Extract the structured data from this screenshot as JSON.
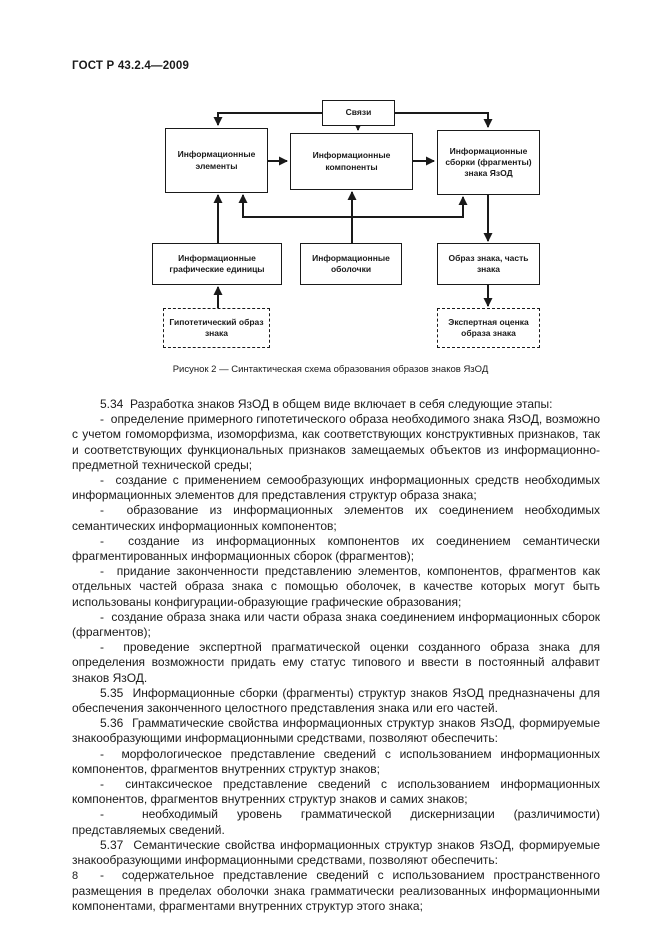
{
  "document": {
    "header": "ГОСТ Р 43.2.4—2009",
    "page_number": "8"
  },
  "figure": {
    "caption": "Рисунок 2 — Синтактическая схема образования образов знаков ЯзОД",
    "nodes": {
      "links": "Связи",
      "info_elements": "Информационные элементы",
      "info_components": "Информационные компоненты",
      "info_assemblies": "Информационные сборки (фрагменты) знака ЯзОД",
      "info_graphic_units": "Информационные графические единицы",
      "info_shells": "Информационные оболочки",
      "sign_image": "Образ знака, часть знака",
      "hypothetical_image": "Гипотетический образ знака",
      "expert_assessment": "Экспертная оценка образа знака"
    }
  },
  "body": {
    "paragraphs": [
      "5.34  Разработка знаков ЯзОД в общем виде включает в себя следующие этапы:",
      "-  определение примерного гипотетического образа необходимого знака ЯзОД, возможно с учетом гомоморфизма, изоморфизма, как соответствующих конструктивных признаков, так и соответствующих функциональных признаков замещаемых объектов из информационно-предметной технической среды;",
      "-  создание с применением семообразующих информационных средств необходимых информационных элементов для представления структур образа знака;",
      "-  образование из информационных элементов их соединением необходимых семантических информационных компонентов;",
      "-  создание из информационных компонентов их соединением семантически фрагментированных информационных сборок (фрагментов);",
      "-  придание законченности представлению элементов, компонентов, фрагментов как отдельных частей образа знака с помощью оболочек, в качестве которых могут быть использованы конфигурации-образующие графические образования;",
      "-  создание образа знака или части образа знака соединением информационных сборок (фрагментов);",
      "-  проведение экспертной прагматической оценки созданного образа знака для определения возможности придать ему статус типового и ввести в постоянный алфавит знаков ЯзОД.",
      "5.35  Информационные сборки (фрагменты) структур знаков ЯзОД предназначены для обеспечения законченного целостного представления знака или его частей.",
      "5.36  Грамматические свойства информационных структур знаков ЯзОД, формируемые знакообразующими информационными средствами, позволяют обеспечить:",
      "-  морфологическое представление сведений с использованием информационных компонентов, фрагментов внутренних структур знаков;",
      "-  синтаксическое представление сведений с использованием информационных компонентов, фрагментов внутренних структур знаков и самих знаков;",
      "-  необходимый уровень грамматической дискернизации (различимости) представляемых сведений.",
      "5.37  Семантические свойства информационных структур знаков ЯзОД, формируемые знакообразующими информационными средствами, позволяют обеспечить:",
      "-  содержательное представление сведений с использованием пространственного размещения в пределах оболочки знака грамматически реализованных информационными компонентами, фрагментами внутренних структур этого знака;"
    ]
  },
  "colors": {
    "ink": "#1a1a1a",
    "paper": "#ffffff"
  }
}
